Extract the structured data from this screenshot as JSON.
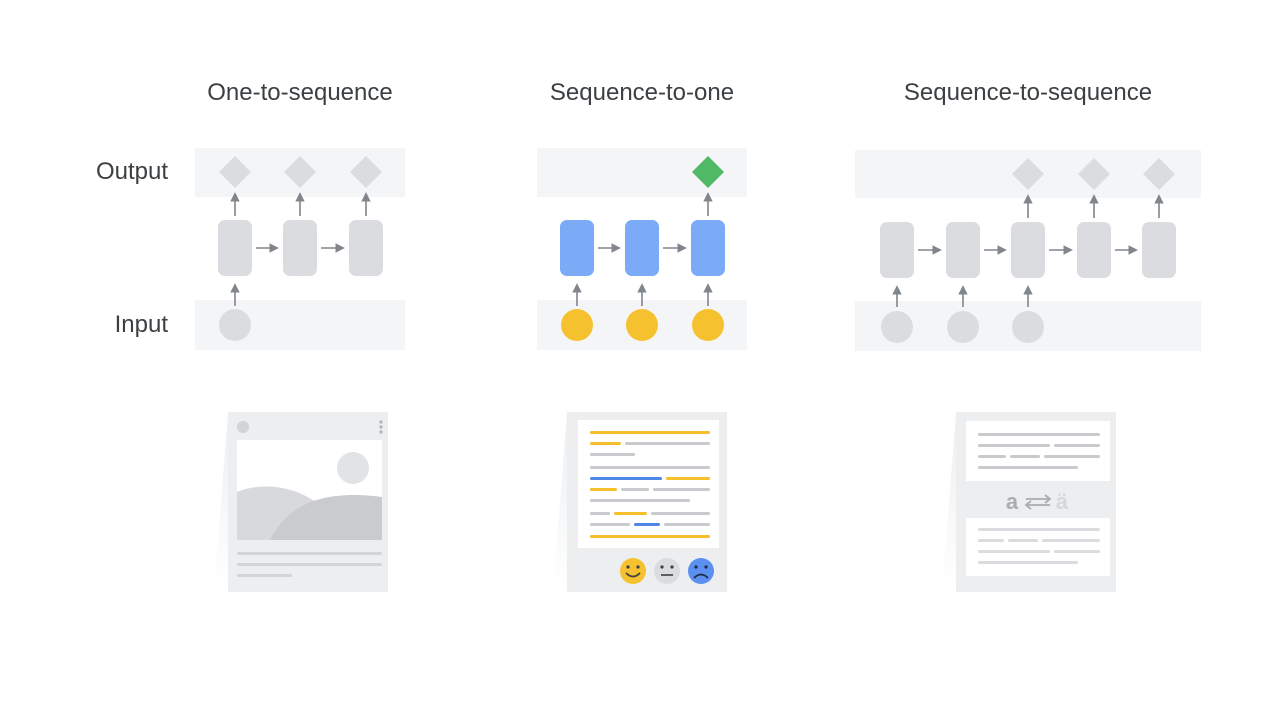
{
  "labels": {
    "output": "Output",
    "input": "Input"
  },
  "panels": [
    {
      "id": "one-to-sequence",
      "title": "One-to-sequence"
    },
    {
      "id": "sequence-to-one",
      "title": "Sequence-to-one"
    },
    {
      "id": "sequence-to-sequence",
      "title": "Sequence-to-sequence"
    }
  ],
  "translation_glyphs": {
    "source": "a",
    "target": "ä"
  },
  "colors": {
    "band": "#f4f5f7",
    "node_gray": "#dadce0",
    "node_blue": "#7baaf7",
    "input_yellow": "#f6c12f",
    "output_green": "#4fb966",
    "arrow": "#80868b",
    "text_yellow": "#f4bf2a",
    "text_blue": "#4f86e8",
    "text_gray": "#c8cacd",
    "sad_face": "#5b8ff0"
  },
  "icons": [
    "image-card-icon",
    "text-sentiment-card-icon",
    "translation-card-icon",
    "happy-face-icon",
    "neutral-face-icon",
    "sad-face-icon"
  ]
}
